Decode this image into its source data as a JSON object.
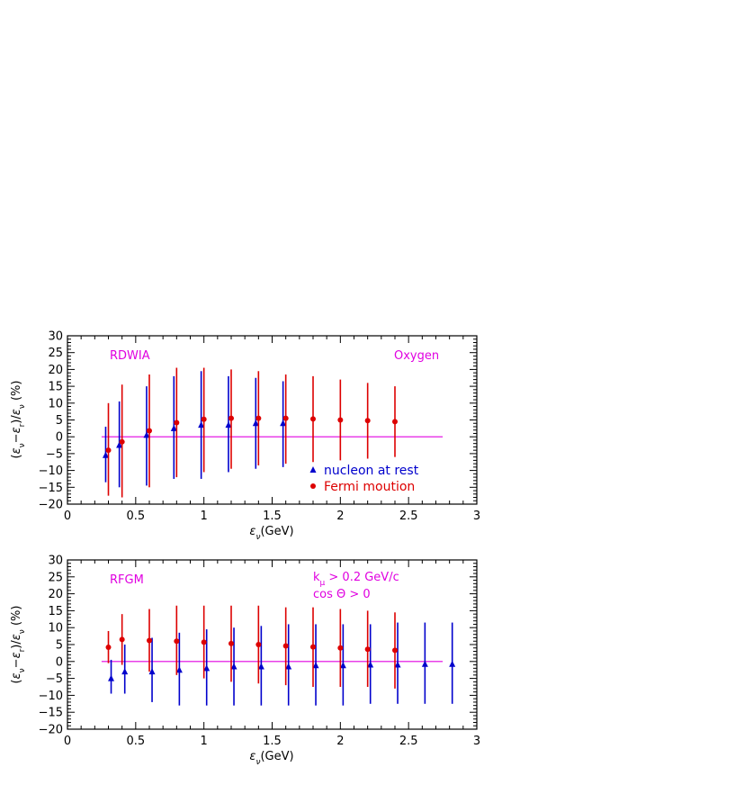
{
  "chart_data": [
    {
      "type": "scatter",
      "title": "",
      "xlabel": "ε_ν(GeV)",
      "ylabel": "(ε_ν − ε_r)/ε_ν (%)",
      "xlim": [
        0,
        3
      ],
      "ylim": [
        -20,
        30
      ],
      "x_ticks": [
        "0",
        "0.5",
        "1",
        "1.5",
        "2",
        "2.5",
        "3"
      ],
      "y_ticks": [
        "−20",
        "−15",
        "−10",
        "−5",
        "0",
        "5",
        "10",
        "15",
        "20",
        "25",
        "30"
      ],
      "annotations": [
        "RDWIA",
        "Oxygen"
      ],
      "reference_line": {
        "y": 0,
        "x_range": [
          0.25,
          2.75
        ],
        "color": "#e000e0"
      },
      "legend_position": "bottom-right",
      "series": [
        {
          "name": "nucleon at rest",
          "marker": "triangle",
          "color": "#0000cc",
          "points": [
            {
              "x": 0.28,
              "y": -5.5,
              "err_low": -13.5,
              "err_high": 3
            },
            {
              "x": 0.38,
              "y": -2.5,
              "err_low": -15,
              "err_high": 10.5
            },
            {
              "x": 0.58,
              "y": 0.5,
              "err_low": -14.5,
              "err_high": 15
            },
            {
              "x": 0.78,
              "y": 2.5,
              "err_low": -12.5,
              "err_high": 18
            },
            {
              "x": 0.98,
              "y": 3.5,
              "err_low": -12.5,
              "err_high": 19.5
            },
            {
              "x": 1.18,
              "y": 3.5,
              "err_low": -10.5,
              "err_high": 18
            },
            {
              "x": 1.38,
              "y": 4,
              "err_low": -9.5,
              "err_high": 17.5
            },
            {
              "x": 1.58,
              "y": 4,
              "err_low": -9,
              "err_high": 16.5
            }
          ]
        },
        {
          "name": "Fermi moution",
          "marker": "circle",
          "color": "#dd0000",
          "points": [
            {
              "x": 0.3,
              "y": -4,
              "err_low": -17.5,
              "err_high": 10
            },
            {
              "x": 0.4,
              "y": -1.5,
              "err_low": -18,
              "err_high": 15.5
            },
            {
              "x": 0.6,
              "y": 1.8,
              "err_low": -15,
              "err_high": 18.5
            },
            {
              "x": 0.8,
              "y": 4.2,
              "err_low": -12,
              "err_high": 20.5
            },
            {
              "x": 1.0,
              "y": 5.2,
              "err_low": -10.5,
              "err_high": 20.5
            },
            {
              "x": 1.2,
              "y": 5.5,
              "err_low": -9.5,
              "err_high": 20
            },
            {
              "x": 1.4,
              "y": 5.5,
              "err_low": -8.5,
              "err_high": 19.5
            },
            {
              "x": 1.6,
              "y": 5.5,
              "err_low": -8,
              "err_high": 18.5
            },
            {
              "x": 1.8,
              "y": 5.3,
              "err_low": -7.5,
              "err_high": 18
            },
            {
              "x": 2.0,
              "y": 5.0,
              "err_low": -7,
              "err_high": 17
            },
            {
              "x": 2.2,
              "y": 4.8,
              "err_low": -6.5,
              "err_high": 16
            },
            {
              "x": 2.4,
              "y": 4.5,
              "err_low": -6,
              "err_high": 15
            }
          ]
        }
      ]
    },
    {
      "type": "scatter",
      "title": "",
      "xlabel": "ε_ν(GeV)",
      "ylabel": "(ε_ν − ε_r)/ε_ν (%)",
      "xlim": [
        0,
        3
      ],
      "ylim": [
        -20,
        30
      ],
      "x_ticks": [
        "0",
        "0.5",
        "1",
        "1.5",
        "2",
        "2.5",
        "3"
      ],
      "y_ticks": [
        "−20",
        "−15",
        "−10",
        "−5",
        "0",
        "5",
        "10",
        "15",
        "20",
        "25",
        "30"
      ],
      "annotations": [
        "RFGM",
        "k_μ > 0.2 GeV/c",
        "cos Θ > 0"
      ],
      "reference_line": {
        "y": 0,
        "x_range": [
          0.25,
          2.75
        ],
        "color": "#e000e0"
      },
      "series": [
        {
          "name": "",
          "marker": "triangle",
          "color": "#0000cc",
          "points": [
            {
              "x": 0.32,
              "y": -5,
              "err_low": -9.5,
              "err_high": 0.5
            },
            {
              "x": 0.42,
              "y": -3,
              "err_low": -9.5,
              "err_high": 5
            },
            {
              "x": 0.62,
              "y": -3,
              "err_low": -12,
              "err_high": 7
            },
            {
              "x": 0.82,
              "y": -2.5,
              "err_low": -13,
              "err_high": 8.5
            },
            {
              "x": 1.02,
              "y": -2,
              "err_low": -13,
              "err_high": 9.5
            },
            {
              "x": 1.22,
              "y": -1.5,
              "err_low": -13,
              "err_high": 10
            },
            {
              "x": 1.42,
              "y": -1.5,
              "err_low": -13,
              "err_high": 10.5
            },
            {
              "x": 1.62,
              "y": -1.5,
              "err_low": -13,
              "err_high": 11
            },
            {
              "x": 1.82,
              "y": -1.2,
              "err_low": -13,
              "err_high": 11
            },
            {
              "x": 2.02,
              "y": -1.2,
              "err_low": -13,
              "err_high": 11
            },
            {
              "x": 2.22,
              "y": -1,
              "err_low": -12.5,
              "err_high": 11
            },
            {
              "x": 2.42,
              "y": -1,
              "err_low": -12.5,
              "err_high": 11.5
            },
            {
              "x": 2.62,
              "y": -0.8,
              "err_low": -12.5,
              "err_high": 11.5
            },
            {
              "x": 2.82,
              "y": -0.8,
              "err_low": -12.5,
              "err_high": 11.5
            }
          ]
        },
        {
          "name": "",
          "marker": "circle",
          "color": "#dd0000",
          "points": [
            {
              "x": 0.3,
              "y": 4.2,
              "err_low": -0.5,
              "err_high": 9
            },
            {
              "x": 0.4,
              "y": 6.5,
              "err_low": -1,
              "err_high": 14
            },
            {
              "x": 0.6,
              "y": 6.2,
              "err_low": -3,
              "err_high": 15.5
            },
            {
              "x": 0.8,
              "y": 6,
              "err_low": -4,
              "err_high": 16.5
            },
            {
              "x": 1.0,
              "y": 5.7,
              "err_low": -5,
              "err_high": 16.5
            },
            {
              "x": 1.2,
              "y": 5.3,
              "err_low": -6,
              "err_high": 16.5
            },
            {
              "x": 1.4,
              "y": 5,
              "err_low": -6.5,
              "err_high": 16.5
            },
            {
              "x": 1.6,
              "y": 4.6,
              "err_low": -7,
              "err_high": 16
            },
            {
              "x": 1.8,
              "y": 4.3,
              "err_low": -7.5,
              "err_high": 16
            },
            {
              "x": 2.0,
              "y": 4,
              "err_low": -7.5,
              "err_high": 15.5
            },
            {
              "x": 2.2,
              "y": 3.6,
              "err_low": -7.5,
              "err_high": 15
            },
            {
              "x": 2.4,
              "y": 3.3,
              "err_low": -8,
              "err_high": 14.5
            }
          ]
        }
      ]
    }
  ],
  "colors": {
    "annotation": "#e000e0",
    "nucleon": "#0000cc",
    "fermi": "#dd0000",
    "axis": "#000000"
  }
}
